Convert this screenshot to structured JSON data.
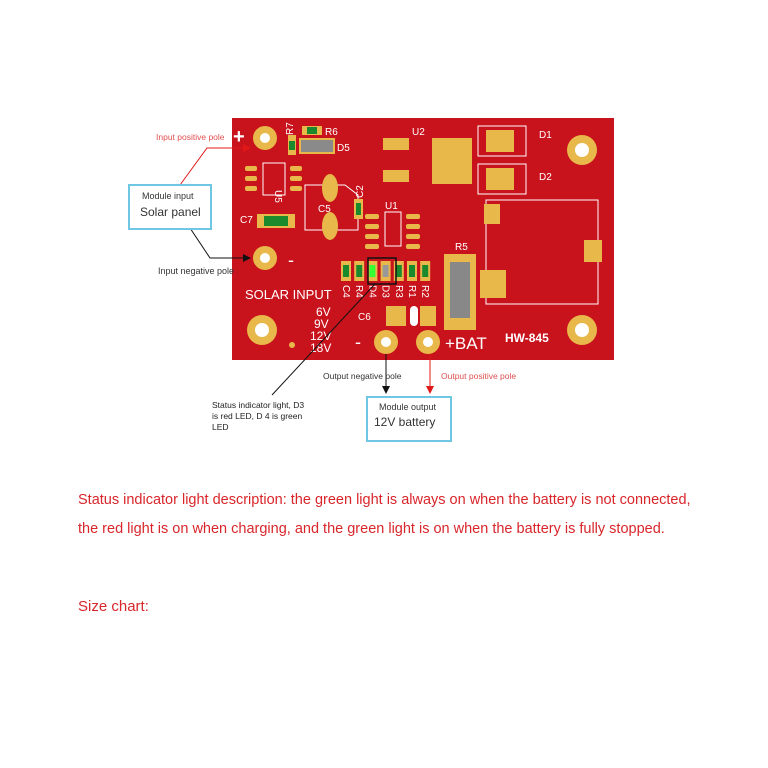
{
  "callouts": {
    "input_positive": "Input positive pole",
    "input_negative": "Input negative pole",
    "module_input_title": "Module input",
    "module_input_value": "Solar panel",
    "output_negative": "Output negative pole",
    "output_positive": "Output positive pole",
    "module_output_title": "Module output",
    "module_output_value": "12V battery",
    "status_light": "Status indicator light, D3 is red LED, D 4 is green LED"
  },
  "board": {
    "plus": "+",
    "minus": "-",
    "solar_input": "SOLAR INPUT",
    "voltages": [
      "6V",
      "9V",
      "12V",
      "18V"
    ],
    "model": "HW-845",
    "bat": "+BAT",
    "out_minus": "-",
    "parts": {
      "R7": "R7",
      "R6": "R6",
      "D5": "D5",
      "U5": "U5",
      "C5": "C5",
      "C2": "C2",
      "C7": "C7",
      "U1": "U1",
      "U2": "U2",
      "D1": "D1",
      "D2": "D2",
      "R5": "R5",
      "C6": "C6"
    },
    "row_labels": [
      "C4",
      "R4",
      "D4",
      "D3",
      "R3",
      "R1",
      "R2"
    ]
  },
  "description": {
    "line1": "Status indicator light description: the green light is always on when the battery is not connected,",
    "line2": "the red light is on when charging, and the green light is on when the battery is fully stopped."
  },
  "size_chart": "Size chart:",
  "colors": {
    "pcb": "#c8121c",
    "pad": "#e8b94a",
    "red_text": "#d8262b",
    "box_border": "#6fc7e3"
  }
}
